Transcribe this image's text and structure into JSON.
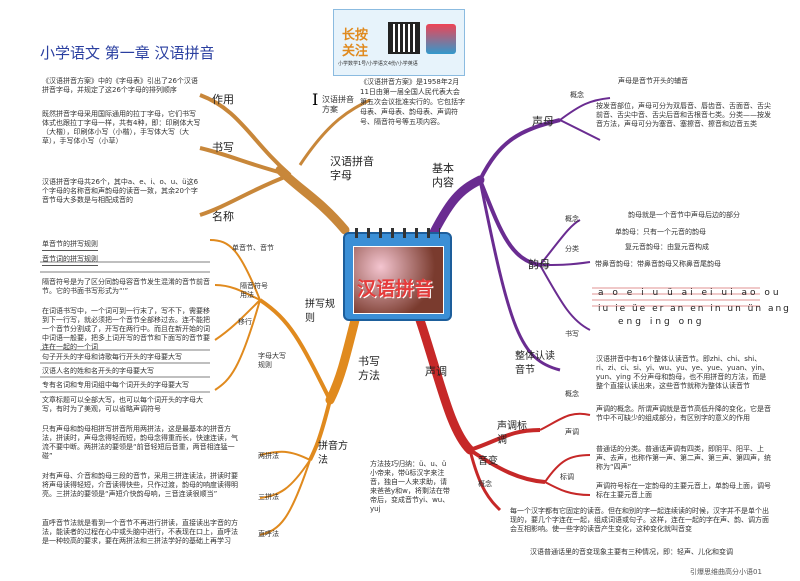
{
  "title": "小学语文 第一章 汉语拼音",
  "banner": {
    "line1": "长按",
    "line2": "关注",
    "small": "小学数学1号/小学语文4份/小学英语"
  },
  "center": {
    "label": "汉语拼音"
  },
  "branches": {
    "top_left": "字母",
    "top_left_sub": [
      "《汉语拼音方案》",
      "汉语拼音字母"
    ],
    "top_right": "基本内容",
    "bottom_left": "书写方法",
    "bottom_right": "声调"
  },
  "hanyu_fangan": {
    "label1": "作用",
    "text1": "《汉语拼音方案》中的《字母表》引出了26个汉语拼音字母，并规定了这26个字母的排列顺序",
    "label2": "书写",
    "text2": "既然拼音字母采用国际通用的拉丁字母，它们书写体式也跟拉丁字母一样，共有4种，即：印刷体大写（大楷），印刷体小写（小楷），手写体大写（大草），手写体小写（小草）",
    "label3": "名称",
    "text3": "汉语拼音字母共26个，其中a、e、i、o、u、ü这6个字母的名称音和声韵母的读音一致，其余20个字音节母大多数是与相配成音的"
  },
  "fangan_box": {
    "big": "I",
    "title": "汉语拼音方案",
    "text": "《汉语拼音方案》是1958年2月11日由第一届全国人民代表大会第五次会议批准实行的。它包括字母表、声母表、韵母表、声调符号、隔音符号等五项内容。"
  },
  "shengmu": {
    "label": "声母",
    "def_label": "概念",
    "def_title": "声母是音节开头的辅音",
    "text": "按发音部位，声母可分为双唇音、唇齿音、舌面音、舌尖前音、舌尖中音、舌尖后音和舌根音七类。分类——按发音方法，声母可分为塞音、塞擦音、擦音和边音五类"
  },
  "yunmu": {
    "label": "韵母",
    "concept": "概念",
    "fenlei": "分类",
    "def": "韵母就是一个音节中声母后边的部分",
    "dan": "单韵母：只有一个元音的韵母",
    "fu": "复元音韵母：由复元音构成",
    "bi": "带鼻音韵母：带鼻音韵母又称鼻音尾韵母",
    "row1": "a o e i u ü ai ei ui ao ou",
    "row2": "iu ie üe er an en in un ün ang",
    "row3": "eng ing ong",
    "write": "书写"
  },
  "zhengti": {
    "label": "整体认读音节",
    "concept": "概念",
    "text": "汉语拼音中有16个整体认读音节。即zhi、chi、shi、ri、zi、ci、si、yi、wu、yu、ye、yue、yuan、yin、yun、ying 不分声母和韵母，也不用拼音的方法，而是整个直接认读出来，这些音节就称为整体认读音节"
  },
  "shengdiao": {
    "label": "声调",
    "sub1": "声调标调",
    "sub2": "声调",
    "gainian": "概念",
    "def": "声调的概念。所谓声调就是音节高低升降的变化，它是音节中不可缺少的组成部分，有区别字的意义的作用",
    "biaodiao": "标调",
    "fenlei": "普通话的分类。普通话声调有四类，即阴平、阳平、上声、去声，也称作第一声、第二声、第三声、第四声，统称为“四声”",
    "note": "声调符号标在一定韵母的主要元音上，单韵母上面，调号标在主要元音上面",
    "concept2": "概念",
    "bottom1": "每一个汉字都有它固定的读音。但在和别的字一起连续读的时候，汉字并不是单个出现的，要几个字连在一起，组成词语或句子。这样，连在一起的字在声、韵、调方面会互相影响。使一些字的读音产生变化，这种变化就叫音变",
    "bottom2": "汉语普通话里的音变现象主要有三种情况，即：轻声、儿化和变调"
  },
  "yinbian": {
    "label": "音变"
  },
  "shuxie": {
    "label": "拼写规则",
    "r1": "单音节的拼写规则",
    "r2": "音节词的拼写规则",
    "r3": "隔音符号是为了区分同韵母容音节发生混淆的音节前音节。它的书面书写形式为“'”",
    "r4": "在词语书写中，一个词可到一行末了，写不下，需要移到下一行写，就必须把一个音节全部移过去。连不能把一个音节分割成了，开写在两行中。而且在新开始的词中词语一般要，把多上词开写的音节和下面写的音节要连在一起的一个词",
    "r5": "句子开头的字母和诗歌每行开头的字母要大写",
    "r6": "汉语人名的姓和名开头的字母要大写",
    "r7": "专有名词和专用词组中每个词开头的字母要大写",
    "r8": "文章标题可以全部大写，也可以每个词开头的字母大写，有时为了美观，可以省略声调符号",
    "lab_a": "单音节、音节",
    "lab_b": "隔音符号用法",
    "lab_c": "移行",
    "lab_d": "字母大写规则",
    "lab_e": "拼音方法",
    "p1": "只有声母和韵母相拼写拼音所用两拼法，这是最基本的拼音方法，拼读时，声母念得轻而短，韵母念得重而长，快速连读，气流不要中断。两拼法的要领是“前音轻短后音重，两音相连猛一碰”",
    "p2": "对有声母、介音和韵母三段的音节，采用三拼连读法，拼读时要将声母读得轻短，介音读得快些，只作过渡，韵母的响度读得明亮。三拼法的要领是“声短介快韵母响，三音连读很顺当”",
    "p3": "直呼音节法就是看到一个音节不再进行拼读，直接读出字音的方法，能读者的过程在心中或头脑中进行，不表现在口上，直呼法是一种较高的要求，要在两拼法和三拼法学好的基础上再学习",
    "m1": "两拼法",
    "m2": "三拼法",
    "m3": "直呼法",
    "tips": "方法技巧归纳：ü、u、ü小帝来，带ü标汉字来注音，独自一人来求助，请来爸爸y和w，将剩法在带帝后，变成音节yi、wu、yuj"
  },
  "footer": "引爆思维曲高分小语01",
  "colors": {
    "purple": "#6a2c91",
    "red": "#c62828",
    "orange": "#d97a1a",
    "brown": "#a0672a",
    "blue": "#2e6fb5"
  }
}
